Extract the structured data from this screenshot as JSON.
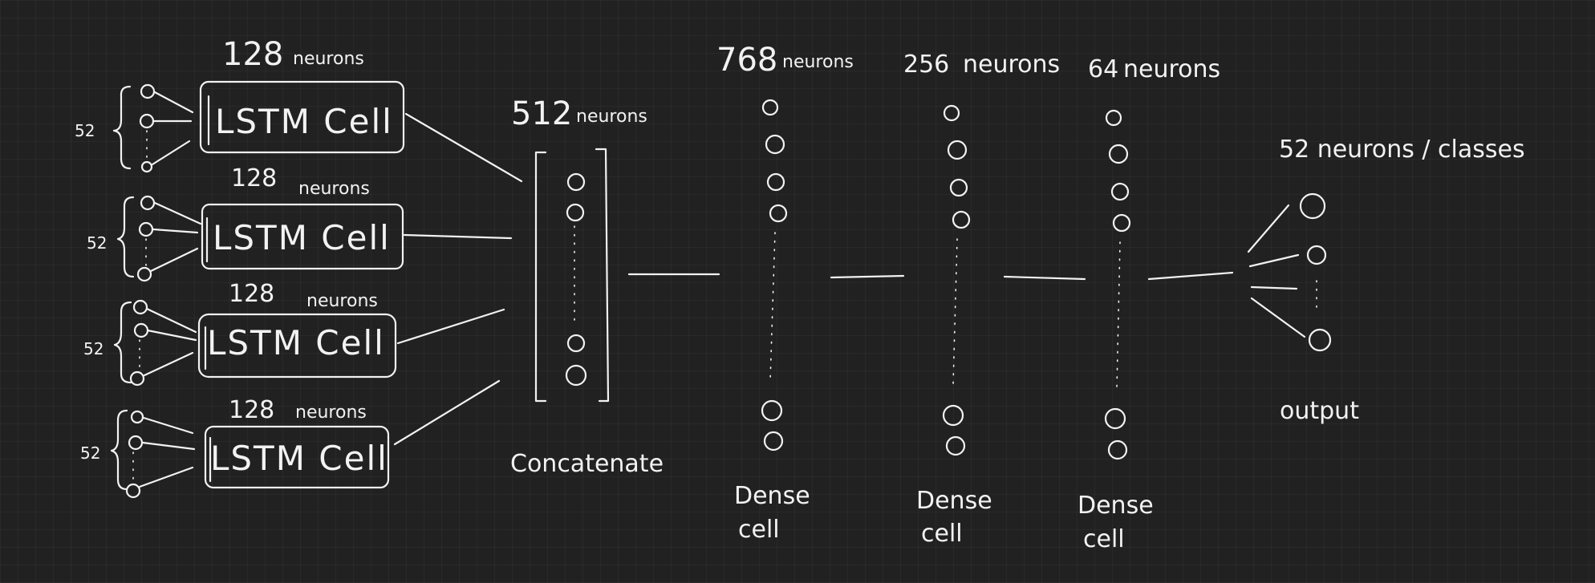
{
  "input": {
    "count_label": "52"
  },
  "lstm": {
    "count": "128",
    "unit": "neurons",
    "cell_label": "LSTM Cell"
  },
  "concat": {
    "count": "512",
    "unit": "neurons",
    "label": "Concatenate"
  },
  "dense": [
    {
      "count": "768",
      "unit": "neurons",
      "label_line1": "Dense",
      "label_line2": "cell"
    },
    {
      "count": "256",
      "unit": "neurons",
      "label_line1": "Dense",
      "label_line2": "cell"
    },
    {
      "count": "64",
      "unit": "neurons",
      "label_line1": "Dense",
      "label_line2": "cell"
    }
  ],
  "output": {
    "header": "52 neurons / classes",
    "label": "output"
  }
}
